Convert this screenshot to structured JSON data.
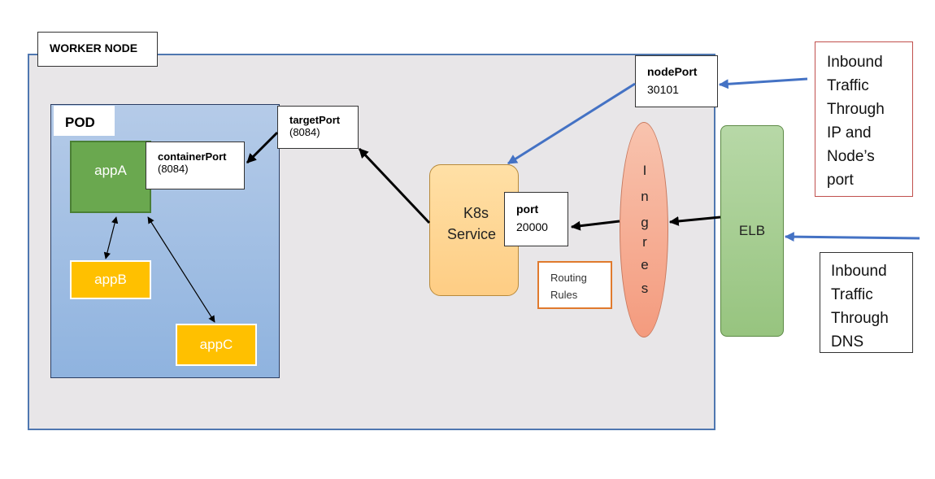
{
  "worker_node": {
    "label": "WORKER NODE"
  },
  "pod": {
    "label": "POD",
    "apps": {
      "a": "appA",
      "b": "appB",
      "c": "appC"
    },
    "container_port": {
      "title": "containerPort",
      "value": "(8084)"
    }
  },
  "target_port": {
    "title": "targetPort",
    "value": "(8084)"
  },
  "node_port": {
    "title": "nodePort",
    "value": "30101"
  },
  "k8s_service": {
    "line1": "K8s",
    "line2": "Service"
  },
  "service_port": {
    "title": "port",
    "value": "20000"
  },
  "routing_rules": {
    "line1": "Routing",
    "line2": "Rules"
  },
  "ingress": {
    "letters": [
      "I",
      "n",
      "g",
      "r",
      "e",
      "s"
    ]
  },
  "elb": {
    "label": "ELB"
  },
  "inbound_ip": {
    "lines": [
      "Inbound",
      "Traffic",
      "Through",
      "IP and",
      "Node’s",
      "port"
    ]
  },
  "inbound_dns": {
    "lines": [
      "Inbound",
      "Traffic",
      "Through",
      "DNS"
    ]
  },
  "colors": {
    "blue_arrow": "#4472c4",
    "black_arrow": "#000000",
    "app_green": "#6aa84f",
    "app_yellow": "#ffc000",
    "ingress": "#f4a083",
    "elb": "#a9d08e",
    "k8s_service": "#ffd896"
  }
}
